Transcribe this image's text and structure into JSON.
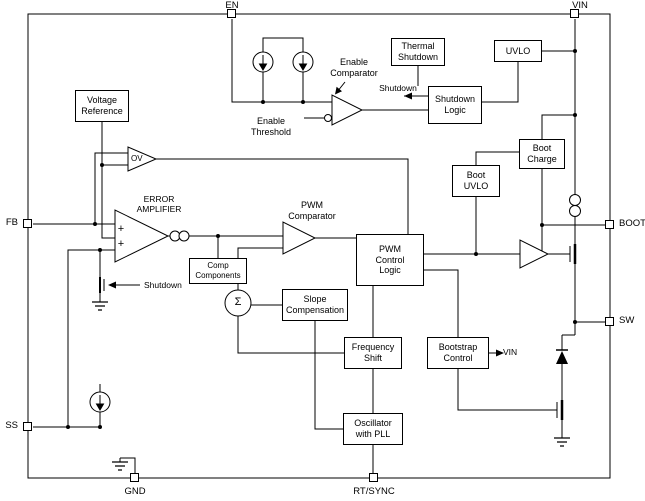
{
  "pins": {
    "en": "EN",
    "vin": "VIN",
    "fb": "FB",
    "ss": "SS",
    "gnd": "GND",
    "rt_sync": "RT/SYNC",
    "boot": "BOOT",
    "sw": "SW"
  },
  "blocks": {
    "voltage_reference": "Voltage\nReference",
    "thermal_shutdown": "Thermal\nShutdown",
    "uvlo": "UVLO",
    "shutdown_logic": "Shutdown\nLogic",
    "boot_uvlo": "Boot\nUVLO",
    "boot_charge": "Boot\nCharge",
    "pwm_control_logic": "PWM\nControl\nLogic",
    "comp_components": "Comp\nComponents",
    "slope_compensation": "Slope\nCompensation",
    "frequency_shift": "Frequency\nShift",
    "bootstrap_control": "Bootstrap\nControl",
    "oscillator_pll": "Oscillator\nwith PLL"
  },
  "labels": {
    "enable_comparator": "Enable\nComparator",
    "enable_threshold": "Enable\nThreshold",
    "shutdown": "Shutdown",
    "shutdown_gate": "Shutdown",
    "error_amplifier": "ERROR\nAMPLIFIER",
    "pwm_comparator": "PWM\nComparator",
    "vin_internal": "VIN",
    "ov": "OV",
    "sigma": "Σ",
    "plus": "+"
  },
  "colors": {
    "line": "#000000",
    "background": "#ffffff",
    "text": "#000000"
  }
}
